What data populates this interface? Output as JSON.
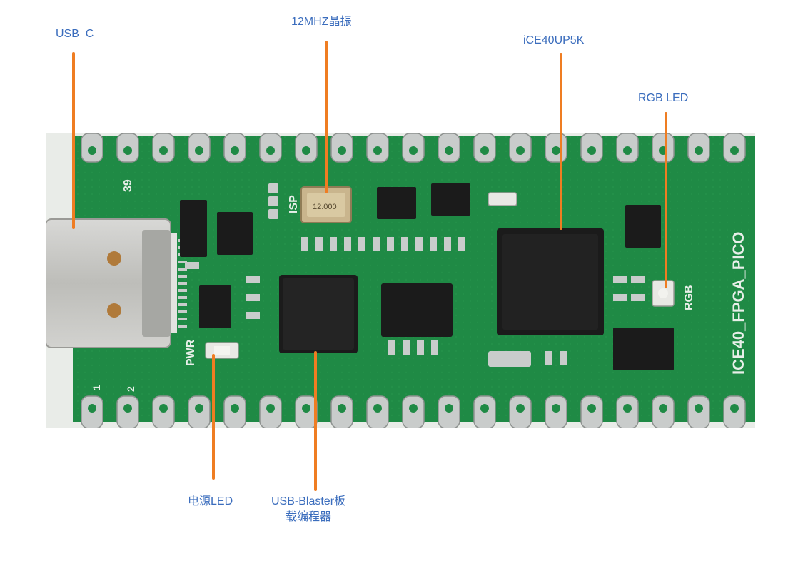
{
  "labels": {
    "usb_c": "USB_C",
    "crystal": "12MHZ晶振",
    "fpga": "iCE40UP5K",
    "rgb_led": "RGB LED",
    "power_led": "电源LED",
    "usb_blaster": "USB-Blaster板\n载编程器"
  },
  "silkscreen": {
    "pin_39": "39",
    "pin_1": "1",
    "pin_2": "2",
    "isp": "ISP",
    "pwr": "PWR",
    "rgb": "RGB",
    "board_name": "ICE40_FPGA_PICO",
    "crystal_mark": "12.000"
  },
  "colors": {
    "label_text": "#3b6dbd",
    "leader_line": "#ef7d22",
    "pcb_green": "#1f8a45",
    "chip_black": "#1b1b1b",
    "pad_silver": "#c9cccb"
  }
}
